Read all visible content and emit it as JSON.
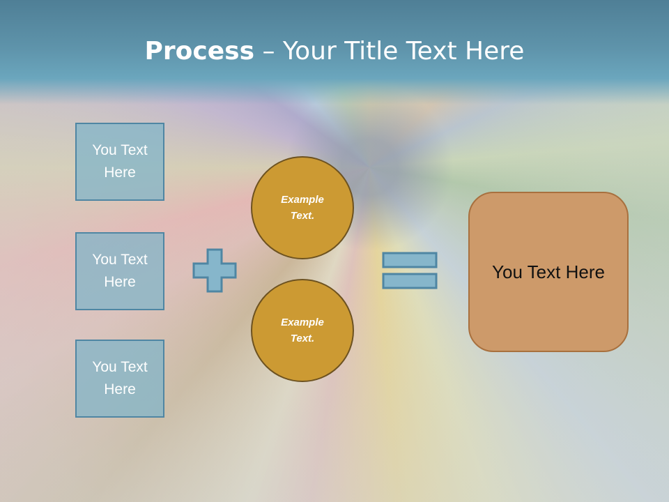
{
  "title": {
    "bold": "Process",
    "rest": " – Your Title Text Here"
  },
  "inputs": [
    {
      "label": "You Text Here"
    },
    {
      "label": "You Text Here"
    },
    {
      "label": "You Text Here"
    }
  ],
  "circles": [
    {
      "label": "Example Text."
    },
    {
      "label": "Example Text."
    }
  ],
  "result": {
    "label": "You Text Here"
  },
  "colors": {
    "header": "#5e93aa",
    "box_fill": "#82b4c8",
    "box_border": "#4f86a3",
    "circle_fill": "#cc9a33",
    "result_fill": "#cd9a6a"
  },
  "icons": [
    "plus-icon",
    "equals-icon"
  ]
}
